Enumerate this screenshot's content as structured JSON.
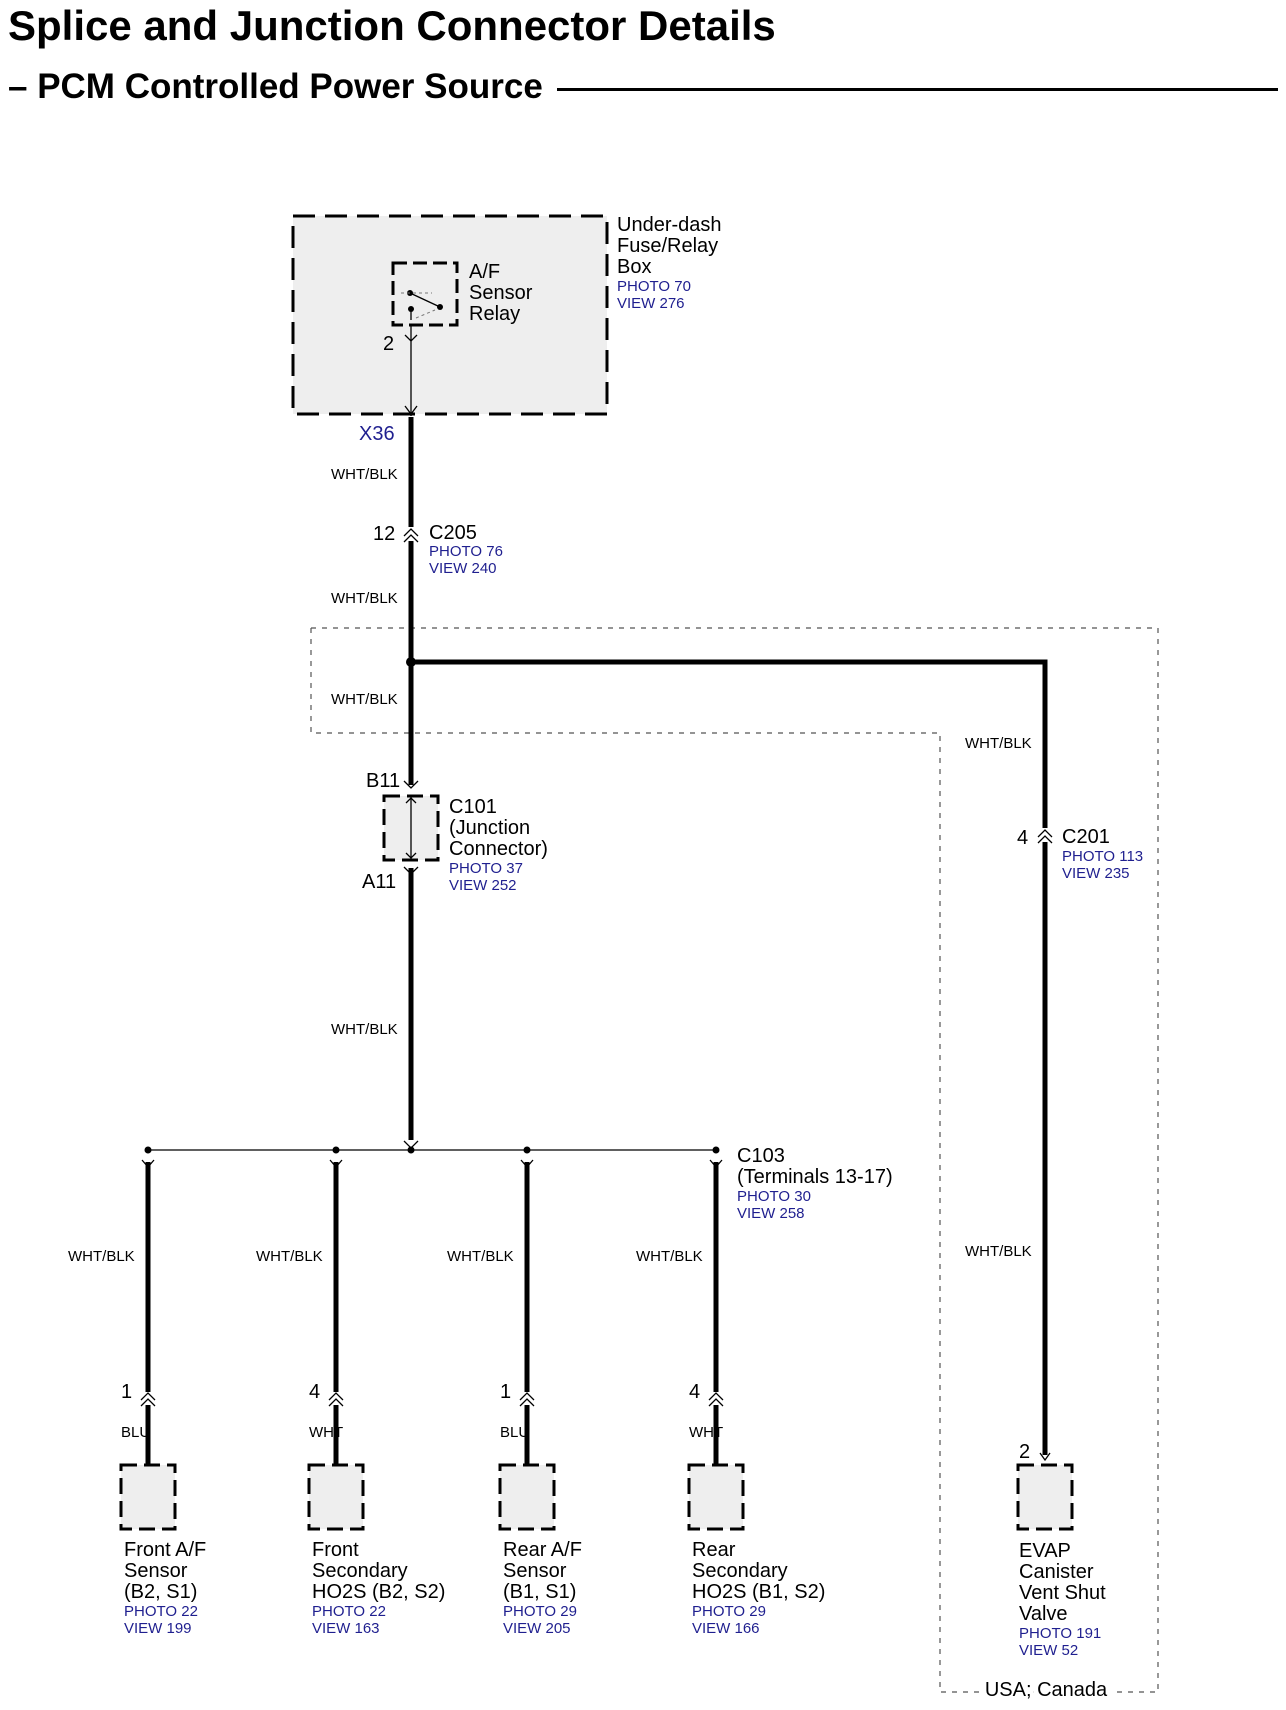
{
  "header": {
    "title": "Splice and Junction Connector Details",
    "subtitle": "– PCM Controlled Power Source"
  },
  "relay_box": {
    "name_lines": [
      "Under-dash",
      "Fuse/Relay",
      "Box"
    ],
    "photo": "PHOTO 70",
    "view": "VIEW 276",
    "relay_lines": [
      "A/F",
      "Sensor",
      "Relay"
    ],
    "terminal": "2",
    "connector": "X36"
  },
  "wire_color_main": "WHT/BLK",
  "c205": {
    "pin": "12",
    "name": "C205",
    "photo": "PHOTO 76",
    "view": "VIEW 240"
  },
  "c101": {
    "pin_top": "B11",
    "pin_bottom": "A11",
    "name_lines": [
      "C101",
      "(Junction",
      "Connector)"
    ],
    "photo": "PHOTO 37",
    "view": "VIEW 252"
  },
  "c201": {
    "pin": "4",
    "name": "C201",
    "photo": "PHOTO 113",
    "view": "VIEW 235"
  },
  "c103": {
    "name_lines": [
      "C103",
      "(Terminals 13-17)"
    ],
    "photo": "PHOTO 30",
    "view": "VIEW 258"
  },
  "branches": [
    {
      "wire": "WHT/BLK",
      "pin": "1",
      "lead": "BLU",
      "label_lines": [
        "Front A/F",
        "Sensor",
        "(B2, S1)"
      ],
      "photo": "PHOTO 22",
      "view": "VIEW 199"
    },
    {
      "wire": "WHT/BLK",
      "pin": "4",
      "lead": "WHT",
      "label_lines": [
        "Front",
        "Secondary",
        "HO2S (B2, S2)"
      ],
      "photo": "PHOTO 22",
      "view": "VIEW 163"
    },
    {
      "wire": "WHT/BLK",
      "pin": "1",
      "lead": "BLU",
      "label_lines": [
        "Rear A/F",
        "Sensor",
        "(B1, S1)"
      ],
      "photo": "PHOTO 29",
      "view": "VIEW 205"
    },
    {
      "wire": "WHT/BLK",
      "pin": "4",
      "lead": "WHT",
      "label_lines": [
        "Rear",
        "Secondary",
        "HO2S (B1, S2)"
      ],
      "photo": "PHOTO 29",
      "view": "VIEW 166"
    }
  ],
  "evap": {
    "pin": "2",
    "label_lines": [
      "EVAP",
      "Canister",
      "Vent Shut",
      "Valve"
    ],
    "photo": "PHOTO 191",
    "view": "VIEW 52",
    "region_note": "USA; Canada"
  },
  "colors": {
    "ink": "#000000",
    "reference_blue": "#1f1f8f",
    "component_fill": "#eeeeee"
  }
}
